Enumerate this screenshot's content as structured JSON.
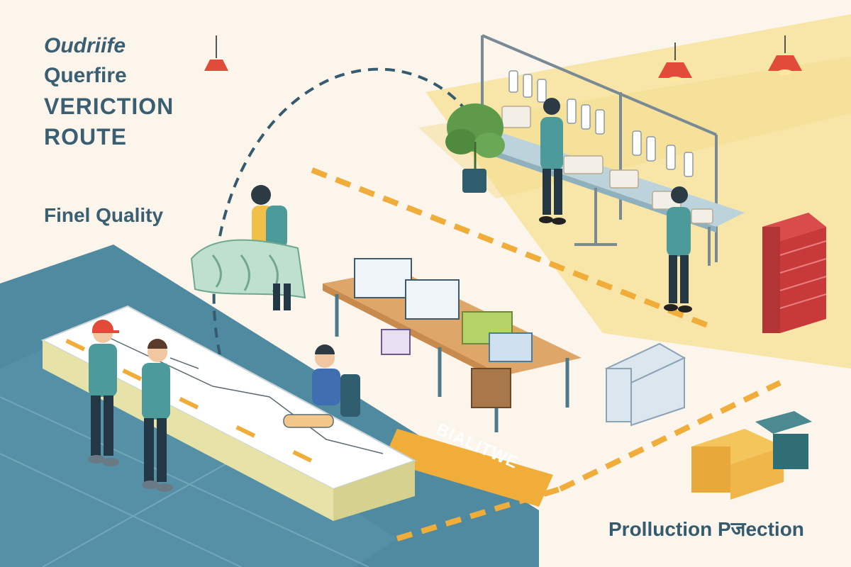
{
  "title": {
    "line1": "Oudriife",
    "line2": "Querfire",
    "line3": "VERICTION",
    "line4": "ROUTE"
  },
  "subtitle": "Finel Quality",
  "station_badge": "BIALITWE",
  "bottom_label": "Prolluction Pजection",
  "colors": {
    "background": "#fbf5ec",
    "yellow_zone": "#f8e6a8",
    "blue_zone": "#4f8aa0",
    "accent_orange": "#f0ad3a",
    "dark_text": "#3a5f72",
    "lamp_red": "#e24a3a",
    "stack_red": "#c83a3a"
  },
  "icons": [
    "pendant-lamp-icon",
    "potted-plant-icon",
    "box-stack-icon"
  ]
}
